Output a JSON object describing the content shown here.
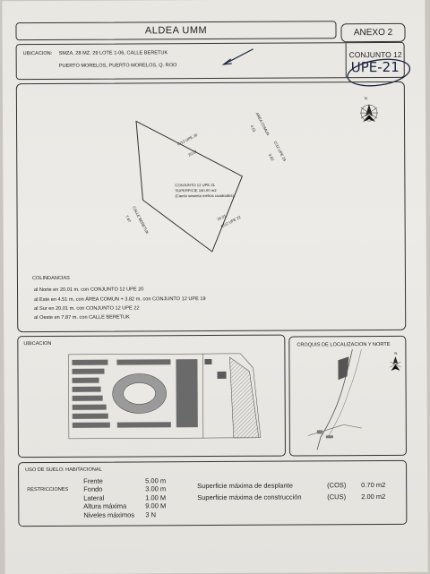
{
  "header": {
    "title": "ALDEA UMM",
    "annex": "ANEXO 2"
  },
  "location": {
    "label": "UBICACION:",
    "line1": "SMZA. 28 MZ. 29 LOTE 1-06, CALLE BERETUK",
    "line2": "PUERTO MORELOS, PUERTO MORELOS, Q. ROO"
  },
  "set": {
    "label": "CONJUNTO 12",
    "code": "UPE-21"
  },
  "plan": {
    "north": "N",
    "top_side": "C/12 UPE 20",
    "top_side_len": "20.01",
    "right_side": "AREA COMUN",
    "right_side_len": "4.51",
    "right_side_b": "C/12 UPE 19",
    "right_side_b_len": "3.82",
    "bottom_side": "C/12 UPE 22",
    "bottom_side_len": "20.01",
    "left_side": "CALLE BERETUK",
    "left_side_len": "7.87",
    "center_l1": "CONJUNTO 12 UPE 21",
    "center_l2": "SUPERFICIE 160.00 m2",
    "center_l3": "(Ciento sesenta metros cuadrados)"
  },
  "boundaries": {
    "title": "COLINDANCIAS",
    "items": [
      "al Norte en 20.01 m. con CONJUNTO 12 UPE 20",
      "al Este en 4.51 m. con ÁREA COMUN + 3.82 m. con CONJUNTO 12 UPE 19",
      "al Sur en 20.01 m. con CONJUNTO 12 UPE 22",
      "al Oeste en 7.87 m. con CALLE BERETUK"
    ]
  },
  "site_map": {
    "label": "UBICACION"
  },
  "locator": {
    "label": "CROQUIS DE LOCALIZACION Y NORTE",
    "north": "N"
  },
  "land_use": {
    "label": "USO DE SUELO: HABITACIONAL",
    "restrictions_label": "RESTRICCIONES",
    "rows": [
      {
        "name": "Frente",
        "value": "5.00 m"
      },
      {
        "name": "Fondo",
        "value": "3.00 m"
      },
      {
        "name": "Lateral",
        "value": "1.00 M"
      },
      {
        "name": "Altura máxima",
        "value": "9.00 M"
      },
      {
        "name": "Niveles máximos",
        "value": "3 N"
      }
    ],
    "cos_label": "Superficie máxima de desplante",
    "cos_code": "(COS)",
    "cos_value": "0.70 m2",
    "cus_label": "Superficie máxima de construcción",
    "cus_code": "(CUS)",
    "cus_value": "2.00 m2"
  },
  "colors": {
    "paper": "#ebe9e4",
    "ink": "#222222",
    "pen": "#1c2340"
  }
}
